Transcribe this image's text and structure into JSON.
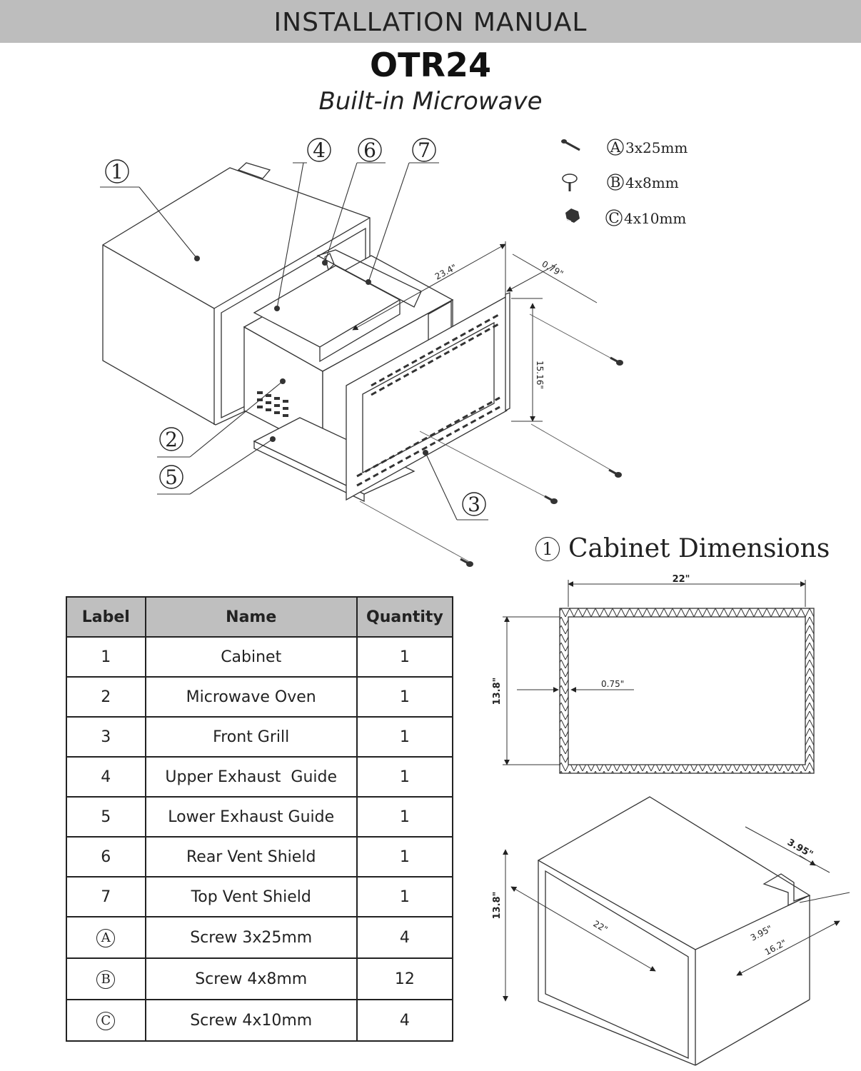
{
  "header": {
    "title": "INSTALLATION MANUAL",
    "model": "OTR24",
    "subtitle": "Built-in Microwave"
  },
  "callouts": [
    "1",
    "2",
    "3",
    "4",
    "5",
    "6",
    "7"
  ],
  "screws": [
    {
      "letter": "A",
      "size": "3x25mm",
      "icon": "long-screw-icon"
    },
    {
      "letter": "B",
      "size": "4x8mm",
      "icon": "pan-head-screw-icon"
    },
    {
      "letter": "C",
      "size": "4x10mm",
      "icon": "hex-screw-icon"
    }
  ],
  "assembly_dims": {
    "depth": "23.4\"",
    "trim": "0.79\"",
    "height": "15.16\""
  },
  "cabinet": {
    "number": "1",
    "title": "Cabinet Dimensions",
    "width": "22\"",
    "height": "13.8\"",
    "wall": "0.75\"",
    "iso_width": "22\"",
    "iso_height": "13.8\"",
    "iso_depth": "16.2\"",
    "cutout_a": "3.95\"",
    "cutout_b": "3.95\""
  },
  "table": {
    "headers": [
      "Label",
      "Name",
      "Quantity"
    ],
    "rows": [
      {
        "label": "1",
        "name": "Cabinet",
        "qty": "1"
      },
      {
        "label": "2",
        "name": "Microwave Oven",
        "qty": "1"
      },
      {
        "label": "3",
        "name": "Front Grill",
        "qty": "1"
      },
      {
        "label": "4",
        "name": "Upper Exhaust  Guide",
        "qty": "1"
      },
      {
        "label": "5",
        "name": "Lower Exhaust Guide",
        "qty": "1"
      },
      {
        "label": "6",
        "name": "Rear Vent Shield",
        "qty": "1"
      },
      {
        "label": "7",
        "name": "Top Vent Shield",
        "qty": "1"
      },
      {
        "label": "A",
        "name": "Screw 3x25mm",
        "qty": "4"
      },
      {
        "label": "B",
        "name": "Screw 4x8mm",
        "qty": "12"
      },
      {
        "label": "C",
        "name": "Screw 4x10mm",
        "qty": "4"
      }
    ]
  }
}
